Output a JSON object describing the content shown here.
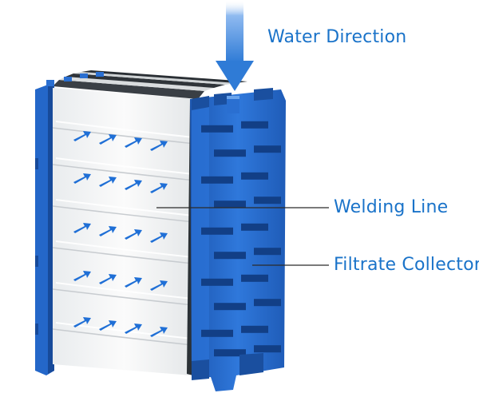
{
  "labels": {
    "water_direction": "Water Direction",
    "welding_line": "Welding Line",
    "filtrate_collector": "Filtrate Collector"
  },
  "colors": {
    "label_text": "#1a73c9",
    "frame_blue": "#2a6fd1",
    "frame_blue_dark": "#174a9a",
    "frame_blue_light": "#4c8fe6",
    "membrane_white": "#f4f5f5",
    "membrane_shadow": "#d7dadc",
    "flow_arrow": "#1f6fd6",
    "water_arrow": "#3f87dc",
    "leader_line": "#2b2b2b"
  },
  "icons": {
    "water_direction": "down-arrow-icon",
    "flow": "flow-arrow-icon"
  }
}
